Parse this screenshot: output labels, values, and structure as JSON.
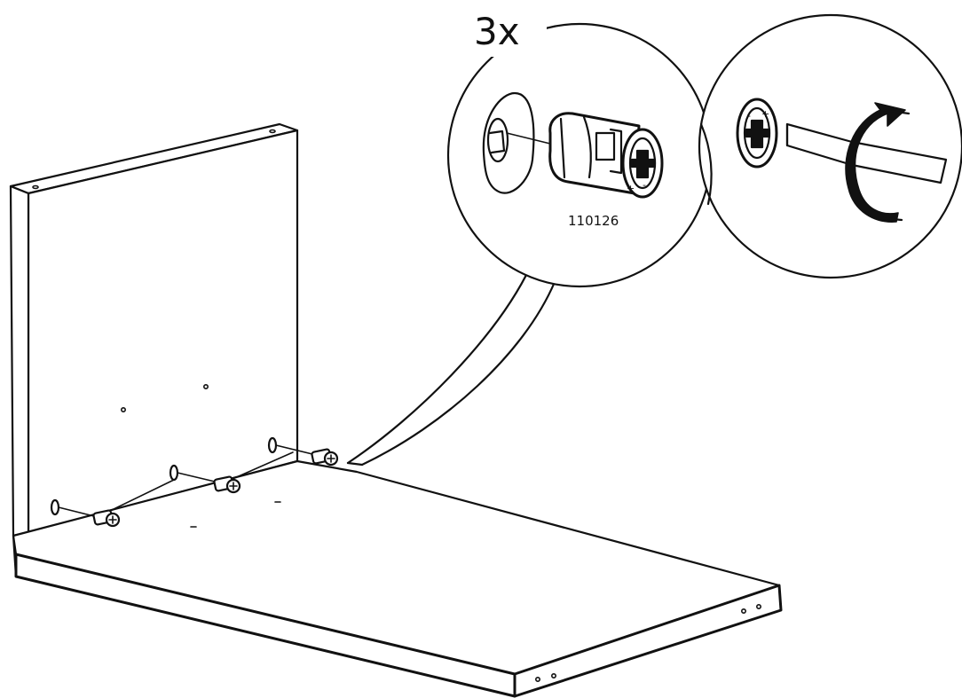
{
  "callout": {
    "quantity_label": "3x",
    "part_number": "110126"
  },
  "parts": {
    "cam_dowel_count": 3
  },
  "colors": {
    "line": "#111111",
    "background": "#ffffff"
  },
  "icons": [
    "cam-dowel-icon",
    "screwdriver-icon",
    "rotation-arrow-icon"
  ]
}
